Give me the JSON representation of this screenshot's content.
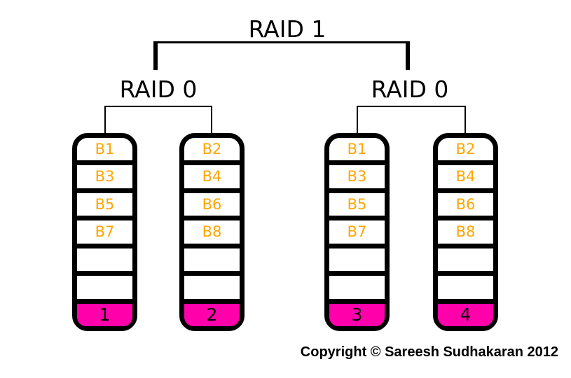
{
  "diagram": {
    "title": "RAID 1",
    "groups": [
      {
        "label": "RAID 0",
        "disks": [
          {
            "number": "1",
            "blocks": [
              "B1",
              "B3",
              "B5",
              "B7",
              "",
              ""
            ]
          },
          {
            "number": "2",
            "blocks": [
              "B2",
              "B4",
              "B6",
              "B8",
              "",
              ""
            ]
          }
        ]
      },
      {
        "label": "RAID 0",
        "disks": [
          {
            "number": "3",
            "blocks": [
              "B1",
              "B3",
              "B5",
              "B7",
              "",
              ""
            ]
          },
          {
            "number": "4",
            "blocks": [
              "B2",
              "B4",
              "B6",
              "B8",
              "",
              ""
            ]
          }
        ]
      }
    ],
    "colors": {
      "block_label": "#FFA500",
      "disk_number_bg": "#FF00AA",
      "line": "#000000",
      "background": "#FFFFFF"
    },
    "copyright": "Copyright © Sareesh Sudhakaran 2012"
  }
}
